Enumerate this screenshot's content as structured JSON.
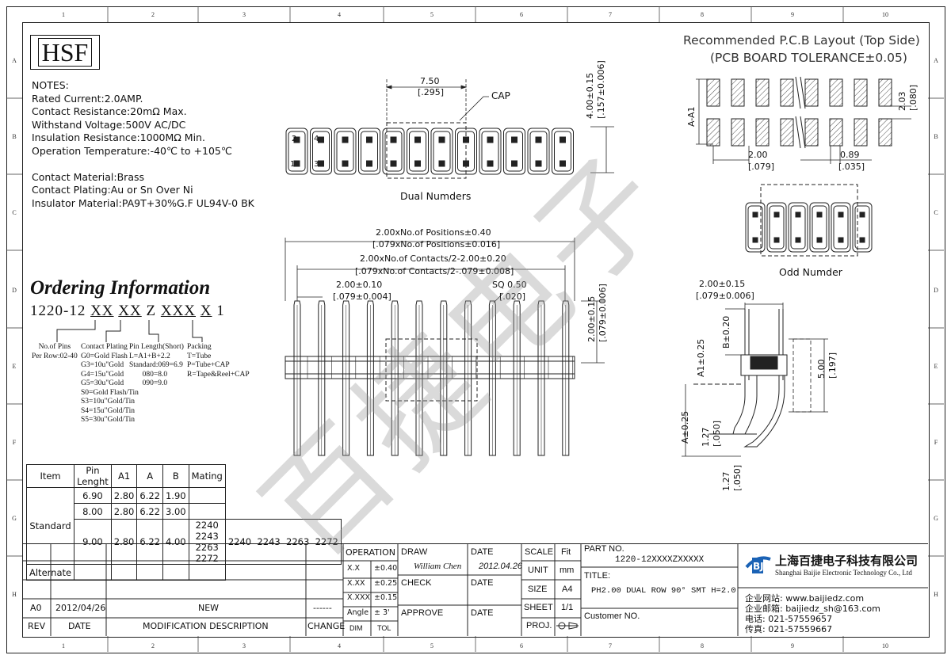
{
  "logo": "HSF",
  "grid": {
    "cols": [
      "1",
      "2",
      "3",
      "4",
      "5",
      "6",
      "7",
      "8",
      "9",
      "10"
    ],
    "rows": [
      "A",
      "B",
      "C",
      "D",
      "E",
      "F",
      "G",
      "H"
    ]
  },
  "notes": [
    "NOTES:",
    "Rated Current:2.0AMP.",
    "Contact Resistance:20mΩ Max.",
    "Withstand Voltage:500V AC/DC",
    "Insulation Resistance:1000MΩ Min.",
    "Operation Temperature:-40℃ to +105℃",
    "",
    "Contact Material:Brass",
    "Contact Plating:Au or Sn Over Ni",
    "Insulator Material:PA9T+30%G.F UL94V-0 BK"
  ],
  "ordering": {
    "title": "Ordering Information",
    "part_prefix": "1220-12",
    "part_codes": [
      "XX",
      "XX",
      "Z",
      "XXX",
      "X",
      "1"
    ],
    "col1": "No.of Pins\nPer Row:02-40",
    "col2": "Contact Plating\nG0=Gold Flash\nG3=10u\"Gold\nG4=15u\"Gold\nG5=30u\"Gold\nS0=Gold Flash/Tin\nS3=10u\"Gold/Tin\nS4=15u\"Gold/Tin\nS5=30u\"Gold/Tin",
    "col3": "Pin Length(Short)\nL=A1+B+2.2\nStandard:069=6.9\n       080=8.0\n       090=9.0",
    "col4": "Packing\nT=Tube\nP=Tube+CAP\nR=Tape&Reel+CAP"
  },
  "pin_table": {
    "headers": [
      "Item",
      "Pin Lenght",
      "A1",
      "A",
      "B",
      "Mating"
    ],
    "group": "Standard",
    "rows": [
      [
        "6.90",
        "2.80",
        "6.22",
        "1.90",
        ""
      ],
      [
        "8.00",
        "2.80",
        "6.22",
        "3.00",
        ""
      ],
      [
        "9.00",
        "2.80",
        "6.22",
        "4.00",
        "2240  2243  2263  2272"
      ]
    ],
    "alternate": "Alternate"
  },
  "top_view": {
    "dim_top": "7.50",
    "dim_top_in": "[.295]",
    "cap": "CAP",
    "height": "4.00±0.15",
    "height_in": "[.157±0.006]",
    "pin_nums": [
      "2",
      "4",
      "1",
      "3"
    ],
    "caption": "Dual Numders",
    "positions": 12
  },
  "front_view": {
    "d1": "2.00xNo.of Positions±0.40",
    "d1_in": "[.079xNo.of Positions±0.016]",
    "d2": "2.00xNo.of Contacts/2-2.00±0.20",
    "d2_in": "[.079xNo.of Contacts/2-.079±0.008]",
    "d3": "2.00±0.10",
    "d3_in": "[.079±0.004]",
    "d4": "SQ 0.50",
    "d4_in": "[.020]",
    "h": "2.00±0.15",
    "h_in": "[.079±0.006]"
  },
  "pcb": {
    "title1": "Recommended P.C.B Layout (Top Side)",
    "title2": "(PCB BOARD TOLERANCE±0.05)",
    "label_a": "A-A1",
    "d_pitch": "2.00",
    "d_pitch_in": "[.079]",
    "d_pad": "0.89",
    "d_pad_in": "[.035]",
    "d_h": "2.03",
    "d_h_in": "[.080]"
  },
  "odd": {
    "caption": "Odd Numder"
  },
  "side": {
    "w": "2.00±0.15",
    "w_in": "[.079±0.006]",
    "b": "B±0.20",
    "a1": "A1±0.25",
    "a": "A±0.25",
    "h5": "5.00",
    "h5_in": "[.197]",
    "d127a": "1.27",
    "d127a_in": "[.050]",
    "d127b": "1.27",
    "d127b_in": "[.050]"
  },
  "watermark": "百捷电子",
  "title_block": {
    "rev_rows": [
      [
        "A0",
        "2012/04/26",
        "NEW",
        "------"
      ]
    ],
    "rev_headers": [
      "REV",
      "DATE",
      "MODIFICATION  DESCRIPTION",
      "CHANGE"
    ],
    "operation": "OPERATION",
    "tol": [
      [
        "X.X",
        "±0.40"
      ],
      [
        "X.XX",
        "±0.25"
      ],
      [
        "X.XXX",
        "±0.15"
      ],
      [
        "Angle",
        "± 3'"
      ]
    ],
    "dim": "DIM",
    "tol_label": "TOL",
    "draw": "DRAW",
    "drawer": "William Chen",
    "date_label": "DATE",
    "draw_date": "2012.04.26",
    "check": "CHECK",
    "approve": "APPROVE",
    "scale": "SCALE",
    "fit": "Fit",
    "unit": "UNIT",
    "mm": "mm",
    "size": "SIZE",
    "a4": "A4",
    "sheet": "SHEET",
    "sheet_val": "1/1",
    "proj": "PROJ.",
    "part_no_label": "PART  NO.",
    "part_no": "1220-12XXXXZXXXXX",
    "title_label": "TITLE:",
    "title": "PH2.00 DUAL ROW 90° SMT H=2.0",
    "customer": "Customer NO.",
    "company_cn": "上海百捷电子科技有限公司",
    "company_en": "Shanghai Baijie Electronic Technology Co., Ltd",
    "web": "企业网站: www.baijiedz.com",
    "mail": "企业邮箱: baijiedz_sh@163.com",
    "tel": "电话: 021-57559657",
    "fax": "传真: 021-57559667",
    "accent": "#1a62b5"
  }
}
